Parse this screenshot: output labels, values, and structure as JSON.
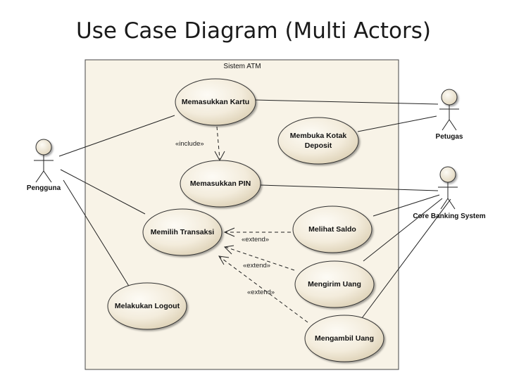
{
  "title": "Use Case Diagram (Multi Actors)",
  "system": {
    "name": "Sistem ATM"
  },
  "actors": {
    "pengguna": "Pengguna",
    "petugas": "Petugas",
    "core": "Core Banking System"
  },
  "usecases": {
    "memasukkan_kartu": [
      "Memasukkan Kartu"
    ],
    "membuka_kotak": [
      "Membuka Kotak",
      "Deposit"
    ],
    "memasukkan_pin": [
      "Memasukkan PIN"
    ],
    "memilih_transaksi": [
      "Memilih Transaksi"
    ],
    "melihat_saldo": [
      "Melihat Saldo"
    ],
    "mengirim_uang": [
      "Mengirim Uang"
    ],
    "mengambil_uang": [
      "Mengambil Uang"
    ],
    "melakukan_logout": [
      "Melakukan Logout"
    ]
  },
  "relations": {
    "include": "«include»",
    "extend_1": "«extend»",
    "extend_2": "«extend»",
    "extend_3": "«extend»"
  },
  "colors": {
    "usecase_fill_light": "#fbf7ee",
    "usecase_fill_dark": "#e6dcc4",
    "system_fill": "#f7f2e6",
    "line": "#222222"
  }
}
